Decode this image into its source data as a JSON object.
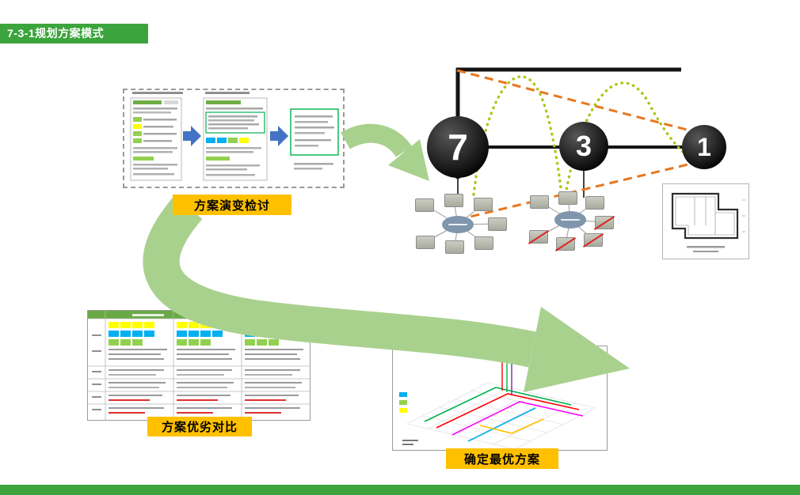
{
  "slide": {
    "title": "7-3-1规划方案模式",
    "colors": {
      "accent_green": "#3ba43c",
      "arrow_green": "#a9d18e",
      "caption_yellow": "#ffc000",
      "funnel_dash_orange": "#e8771e",
      "iteration_dotted_green": "#aec514",
      "highlight_cell_yellow": "#ffff00",
      "highlight_cell_blue": "#00b0f0",
      "highlight_cell_green": "#92d050"
    }
  },
  "funnel": {
    "stages": [
      {
        "value": "7"
      },
      {
        "value": "3"
      },
      {
        "value": "1"
      }
    ]
  },
  "captions": {
    "evolution": "方案演变检讨",
    "comparison": "方案优劣对比",
    "optimal": "确定最优方案"
  }
}
